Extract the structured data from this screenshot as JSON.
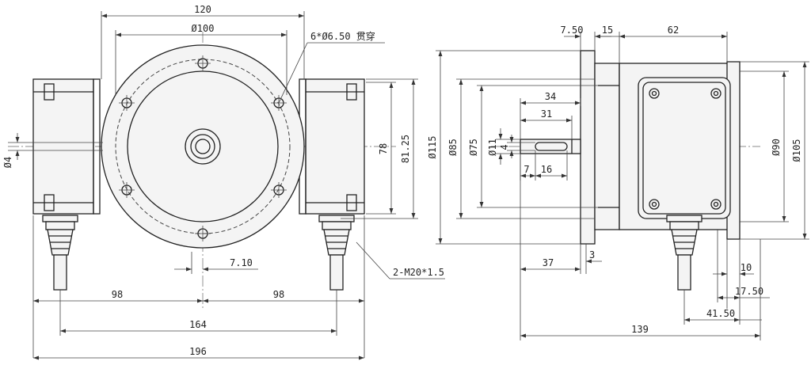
{
  "front": {
    "width_120": "120",
    "pcd_100": "Ø100",
    "holes": "6*Ø6.50 贯穿",
    "shaft_4": "Ø4",
    "height_78": "78",
    "height_81_25": "81.25",
    "offset_7_10": "7.10",
    "glands": "2-M20*1.5",
    "left_98": "98",
    "right_98": "98",
    "span_164": "164",
    "total_196": "196"
  },
  "side": {
    "flange_7_50": "7.50",
    "step_15": "15",
    "body_62": "62",
    "dia_115": "Ø115",
    "dia_85": "Ø85",
    "dia_75": "Ø75",
    "dia_11": "Ø11",
    "key_4": "4",
    "shaft_34": "34",
    "shaft_31": "31",
    "key_7": "7",
    "key_16": "16",
    "dia_90": "Ø90",
    "dia_105": "Ø105",
    "len_37": "37",
    "gap_3": "3",
    "len_10": "10",
    "len_17_50": "17.50",
    "len_41_50": "41.50",
    "total_139": "139"
  }
}
